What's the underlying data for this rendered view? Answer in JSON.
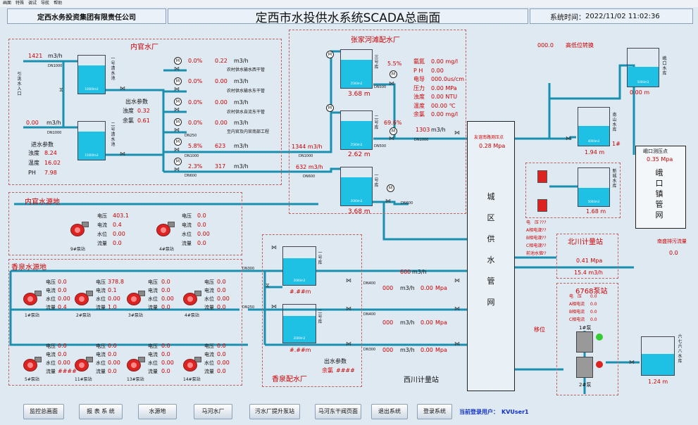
{
  "menu": [
    "画面",
    "特殊",
    "调试",
    "导航",
    "帮助"
  ],
  "header": {
    "company": "定西水务投资集团有限责任公司",
    "title": "定西市水投供水系统SCADA总画面",
    "time_label": "系统时间：",
    "time_value": "2022/11/02 11:02:36"
  },
  "alarm": {
    "code": "000.0",
    "label": "高低位转换"
  },
  "neiguan": {
    "title": "内官水厂",
    "inflow": "1421",
    "unit": "m3/h",
    "dn1": "DN1000",
    "dn2": "DN1000",
    "intake": "引洮水入口",
    "inflow2": "0.00",
    "tank1": "一号清水池",
    "tank2": "二号清水池",
    "tank1_cap": "10000m3",
    "tank2_cap": "15000m3",
    "in_title": "进水参数",
    "in_turb_l": "浊度",
    "in_turb_v": "8.24",
    "in_temp_l": "温度",
    "in_temp_v": "16.02",
    "in_ph_l": "PH",
    "in_ph_v": "7.98",
    "out_title": "出水参数",
    "out_turb_l": "浊度",
    "out_turb_v": "0.32",
    "out_cl_l": "余氯",
    "out_cl_v": "0.61",
    "lines": [
      {
        "pct": "0.0%",
        "flow": "0.22",
        "unit": "m3/h",
        "name": "农村供水输水西干管",
        "dn": ""
      },
      {
        "pct": "0.0%",
        "flow": "0.00",
        "unit": "m3/h",
        "name": "农村供水输水东干管",
        "dn": ""
      },
      {
        "pct": "0.0%",
        "flow": "0.00",
        "unit": "m3/h",
        "name": "农村供水自流东干管",
        "dn": ""
      },
      {
        "pct": "0.0%",
        "flow": "0.00",
        "unit": "m3/h",
        "name": "至内官及内官南部工程",
        "dn": "DN250"
      },
      {
        "pct": "5.8%",
        "flow": "623",
        "unit": "m3/h",
        "name": "",
        "dn": "DN1000"
      },
      {
        "pct": "2.3%",
        "flow": "317",
        "unit": "m3/h",
        "name": "",
        "dn": "DN600"
      }
    ]
  },
  "main_flow": {
    "f1": "1344 m3/h",
    "f1dn": "DN1000",
    "f2": "632 m3/h",
    "f2dn": "DN600"
  },
  "zhangjia": {
    "title": "张家河滩配水厂",
    "t3": "三号库",
    "t3_cap": "2500m3",
    "t3_lvl": "3.68 m",
    "t2": "二号库",
    "t2_cap": "2500m3",
    "t2_lvl": "2.62 m",
    "t1": "一号库",
    "t1_cap": "2000m3",
    "t1_lvl": "3.68 m",
    "pct1": "5.5%",
    "pct2": "69.6%",
    "dn_a": "DN500",
    "dn_b": "DN500",
    "dn_c": "DN600",
    "quality": [
      [
        "氨氮",
        "0.00 mg/l"
      ],
      [
        "P H",
        "0.00"
      ],
      [
        "电导",
        "000.0us/cm"
      ],
      [
        "压力",
        "0.00 MPa"
      ],
      [
        "浊度",
        "0.00 NTU"
      ],
      [
        "温度",
        "00.00 ℃"
      ],
      [
        "余氯",
        "0.00 mg/l"
      ]
    ],
    "out_flow": "1303",
    "out_unit": "m3/h",
    "dn_out": "DN1000"
  },
  "city": {
    "chars": [
      "城",
      "区",
      "供",
      "水",
      "管",
      "网"
    ],
    "press_label": "友谊南路测压点",
    "press_value": "0.28 Mpa"
  },
  "nanshan": {
    "name": "南山水库",
    "cap": "4000m3",
    "level": "1.94 m",
    "mark": "1#"
  },
  "wokou": {
    "name": "峨口水库",
    "cap": "5000m3",
    "level": "0.00 m",
    "press_label": "峨口测压点",
    "press_value": "0.35 Mpa",
    "net_chars": [
      "峨",
      "口",
      "镇",
      "管",
      "网"
    ],
    "drain_label": "南盛排污流量",
    "drain_value": "0.0"
  },
  "xincheng": {
    "name": "新城水库",
    "cap": "5000m3",
    "level": "1.68 m",
    "params": [
      [
        "电　压",
        "???"
      ],
      [
        "A相电流",
        "???"
      ],
      [
        "B相电流",
        "???"
      ],
      [
        "C相电流",
        "???"
      ],
      [
        "前池水位",
        "???"
      ]
    ]
  },
  "beichuan": {
    "title": "北川计量站",
    "press": "0.41 Mpa",
    "flow": "15.4 m3/h"
  },
  "station6768": {
    "title": "6768泵站",
    "params": [
      [
        "电　压",
        "0.0"
      ],
      [
        "A相电流",
        "0.0"
      ],
      [
        "B相电流",
        "0.0"
      ],
      [
        "C相电流",
        "0.0"
      ]
    ],
    "p1": "1#泵",
    "p2": "2#泵",
    "move": "移位"
  },
  "liuqi": {
    "name": "六七六八水库",
    "level": "1.24 m"
  },
  "neiguan_src": {
    "title": "内官水源地",
    "stations": [
      {
        "name": "9#泵站",
        "v": "403.1",
        "i": "0.4",
        "lvl": "0.00",
        "f": "0.0"
      },
      {
        "name": "4#泵站",
        "v": "0.0",
        "i": "0.0",
        "lvl": "0.00",
        "f": "0.0"
      }
    ]
  },
  "labels": {
    "v": "电压",
    "i": "电流",
    "lvl": "水位",
    "f": "流量"
  },
  "xiangquan_src": {
    "title": "香泉水源地",
    "row1": [
      {
        "name": "1#泵站",
        "v": "0.0",
        "i": "0.0",
        "lvl": "0.00",
        "f": "0.4"
      },
      {
        "name": "2#泵站",
        "v": "378.8",
        "i": "0.1",
        "lvl": "0.00",
        "f": "1.0"
      },
      {
        "name": "3#泵站",
        "v": "0.0",
        "i": "0.0",
        "lvl": "0.00",
        "f": "0.0"
      },
      {
        "name": "4#泵站",
        "v": "0.0",
        "i": "0.0",
        "lvl": "0.00",
        "f": "0.0"
      }
    ],
    "row2": [
      {
        "name": "5#泵站",
        "v": "0.0",
        "i": "0.0",
        "lvl": "0.00",
        "f": "####"
      },
      {
        "name": "11#泵站",
        "v": "0.0",
        "i": "0.0",
        "lvl": "0.00",
        "f": "0.0"
      },
      {
        "name": "13#泵站",
        "v": "0.0",
        "i": "0.0",
        "lvl": "0.00",
        "f": "0.0"
      },
      {
        "name": "14#泵站",
        "v": "0.0",
        "i": "0.0",
        "lvl": "0.00",
        "f": "0.0"
      }
    ]
  },
  "xiangquan_plant": {
    "title": "香泉配水厂",
    "t1": "一号库",
    "t1_cap": "2000m3",
    "t1_lvl": "#.##m",
    "t2": "二号库",
    "t2_cap": "2000m3",
    "t2_lvl": "#.##m",
    "dn_a": "DN300",
    "dn_b": "DN250",
    "out_title": "出水参数",
    "cl_label": "余氯",
    "cl_value": "####"
  },
  "xichuan": {
    "title": "西川计量站",
    "f600": "600",
    "f600u": "m3/h",
    "r1": [
      "000",
      "m3/h",
      "0.00",
      "Mpa"
    ],
    "r2": [
      "000",
      "m3/h",
      "0.00",
      "Mpa"
    ],
    "r3": [
      "000",
      "m3/h",
      "0.00",
      "Mpa"
    ],
    "dn1": "DN400",
    "dn2": "DN400",
    "dn3": "DN300"
  },
  "buttons": [
    "监控总画面",
    "报 表 系 统",
    "水源地",
    "马河水厂",
    "污水厂提升泵站",
    "马河东干阀页面",
    "退出系统",
    "登录系统"
  ],
  "user": {
    "label": "当前登录用户：",
    "name": "KVUser1"
  },
  "colors": {
    "pipe": "#1a90b0",
    "water": "#1ec0e4",
    "value": "#cc0000",
    "green": "#33aa33"
  }
}
